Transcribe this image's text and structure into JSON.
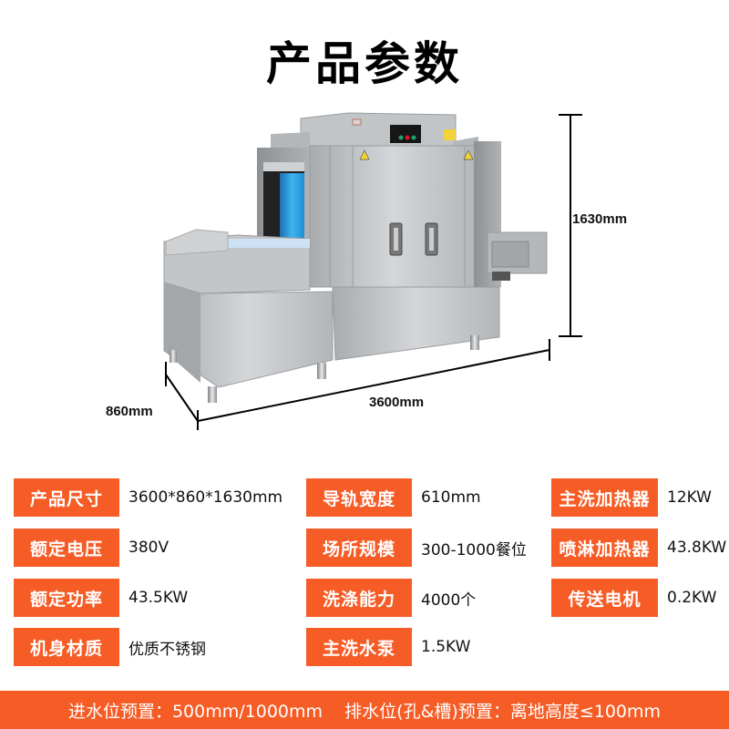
{
  "title": "产品参数",
  "dimensions": {
    "height": "1630mm",
    "length": "3600mm",
    "depth": "860mm"
  },
  "specs": {
    "col1": [
      {
        "label": "产品尺寸",
        "value": "3600*860*1630mm"
      },
      {
        "label": "额定电压",
        "value": "380V"
      },
      {
        "label": "额定功率",
        "value": "43.5KW"
      },
      {
        "label": "机身材质",
        "value": "优质不锈钢"
      }
    ],
    "col2": [
      {
        "label": "导轨宽度",
        "value": "610mm"
      },
      {
        "label": "场所规模",
        "value": "300-1000餐位"
      },
      {
        "label": "洗涤能力",
        "value": "4000个"
      },
      {
        "label": "主洗水泵",
        "value": "1.5KW"
      }
    ],
    "col3": [
      {
        "label": "主洗加热器",
        "value": "12KW"
      },
      {
        "label": "喷淋加热器",
        "value": "43.8KW"
      },
      {
        "label": "传送电机",
        "value": "0.2KW"
      }
    ]
  },
  "footer": {
    "text": "进水位预置：500mm/1000mm    排水位(孔&槽)预置：离地高度≤100mm"
  },
  "colors": {
    "accent": "#f65c26",
    "steel": "#b9bcbf"
  }
}
